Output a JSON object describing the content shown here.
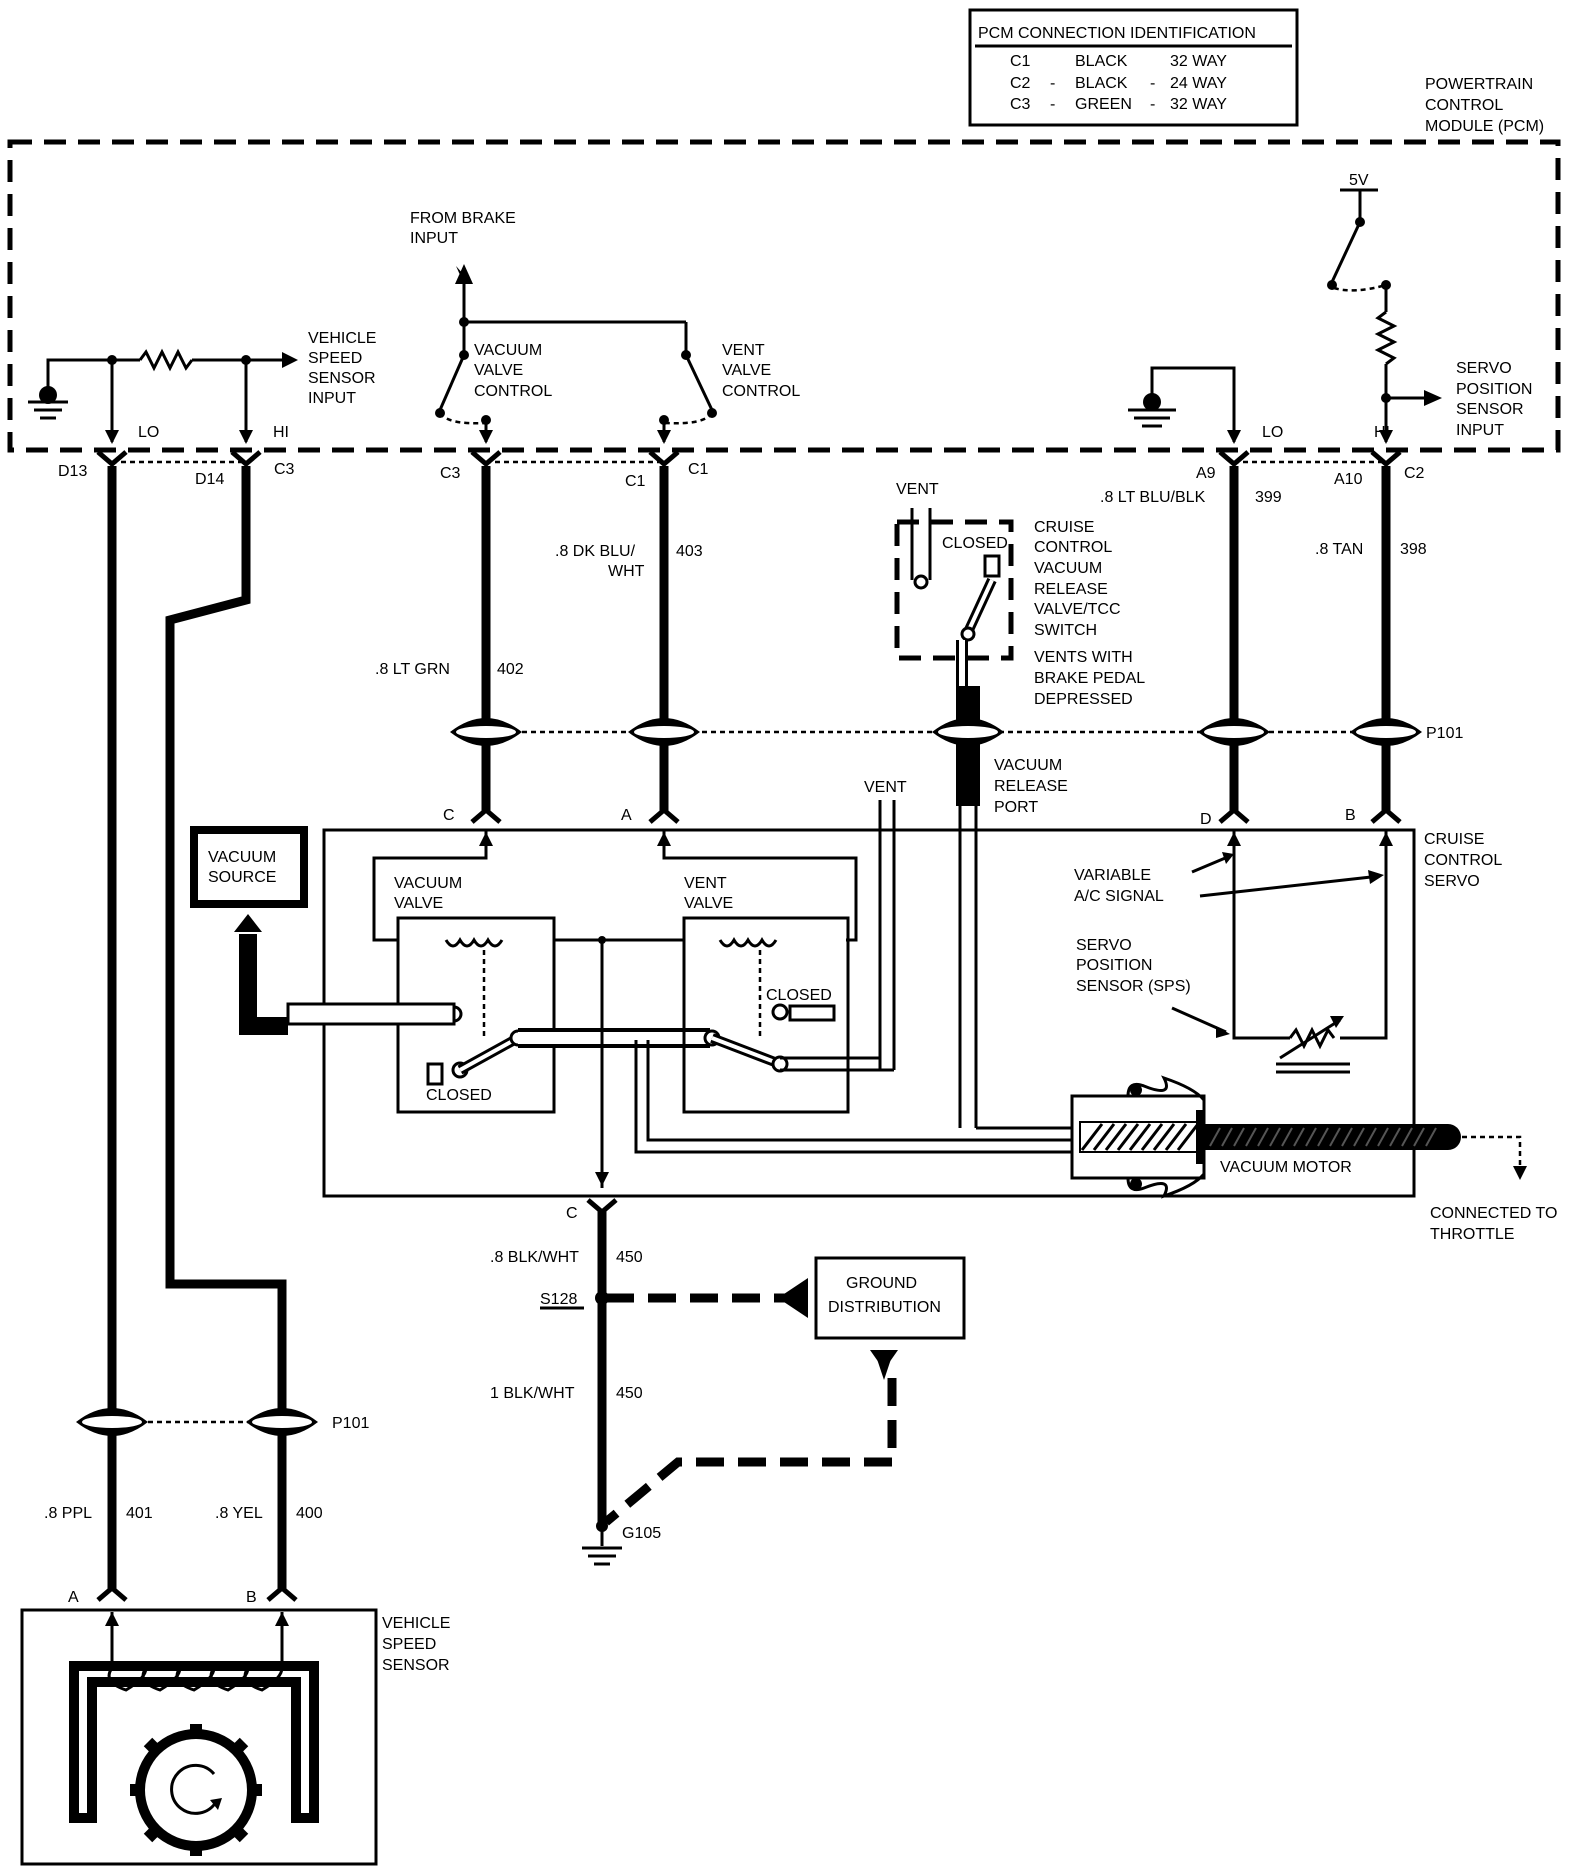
{
  "pcm_id": {
    "title": "PCM CONNECTION IDENTIFICATION",
    "rows": [
      {
        "conn": "C1",
        "dash": "",
        "color": "BLACK",
        "dash2": "",
        "ways": "32 WAY"
      },
      {
        "conn": "C2",
        "dash": "-",
        "color": "BLACK",
        "dash2": "-",
        "ways": "24 WAY"
      },
      {
        "conn": "C3",
        "dash": "-",
        "color": "GREEN",
        "dash2": "-",
        "ways": "32 WAY"
      }
    ]
  },
  "pcm": {
    "name": [
      "POWERTRAIN",
      "CONTROL",
      "MODULE (PCM)"
    ],
    "brake_input": [
      "FROM BRAKE",
      "INPUT"
    ],
    "vss_input": [
      "VEHICLE",
      "SPEED",
      "SENSOR",
      "INPUT"
    ],
    "vacuum_valve_control": [
      "VACUUM",
      "VALVE",
      "CONTROL"
    ],
    "vent_valve_control": [
      "VENT",
      "VALVE",
      "CONTROL"
    ],
    "five_v": "5V",
    "sps_input": [
      "SERVO",
      "POSITION",
      "SENSOR",
      "INPUT"
    ],
    "lo": "LO",
    "hi": "HI"
  },
  "pins": {
    "d13": "D13",
    "d14": "D14",
    "c3a": "C3",
    "c3b": "C3",
    "c1a": "C1",
    "c1b": "C1",
    "a9": "A9",
    "a10": "A10",
    "c2": "C2"
  },
  "wires": {
    "w402_label": ".8 LT GRN",
    "w402_num": "402",
    "w403_label": [
      ".8 DK BLU/",
      "WHT"
    ],
    "w403_num": "403",
    "w399_label": ".8 LT BLU/BLK",
    "w399_num": "399",
    "w398_label": ".8 TAN",
    "w398_num": "398",
    "w401_label": ".8 PPL",
    "w401_num": "401",
    "w400_label": ".8 YEL",
    "w400_num": "400",
    "w450a_label": ".8 BLK/WHT",
    "w450a_num": "450",
    "w450b_label": "1 BLK/WHT",
    "w450b_num": "450"
  },
  "release_switch": {
    "vent": "VENT",
    "closed": "CLOSED",
    "name": [
      "CRUISE",
      "CONTROL",
      "VACUUM",
      "RELEASE",
      "VALVE/TCC",
      "SWITCH"
    ],
    "note": [
      "VENTS WITH",
      "BRAKE PEDAL",
      "DEPRESSED"
    ]
  },
  "p101": "P101",
  "vacuum_release_port": [
    "VACUUM",
    "RELEASE",
    "PORT"
  ],
  "servo": {
    "name": [
      "CRUISE",
      "CONTROL",
      "SERVO"
    ],
    "pin_c": "C",
    "pin_a": "A",
    "pin_d": "D",
    "pin_b": "B",
    "pin_c_bottom": "C",
    "vacuum_valve": [
      "VACUUM",
      "VALVE"
    ],
    "vent_valve": [
      "VENT",
      "VALVE"
    ],
    "vent": "VENT",
    "closed_left": "CLOSED",
    "closed_right": "CLOSED",
    "variable_ac": [
      "VARIABLE",
      "A/C SIGNAL"
    ],
    "sps": [
      "SERVO",
      "POSITION",
      "SENSOR (SPS)"
    ],
    "vacuum_motor": "VACUUM MOTOR",
    "connected_to_throttle": [
      "CONNECTED TO",
      "THROTTLE"
    ]
  },
  "vacuum_source": [
    "VACUUM",
    "SOURCE"
  ],
  "ground": {
    "splice": "S128",
    "distribution": [
      "GROUND",
      "DISTRIBUTION"
    ],
    "g105": "G105"
  },
  "vss": {
    "pin_a": "A",
    "pin_b": "B",
    "name": [
      "VEHICLE",
      "SPEED",
      "SENSOR"
    ]
  }
}
